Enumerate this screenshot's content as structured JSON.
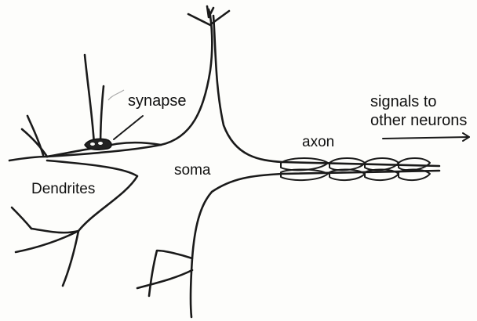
{
  "labels": {
    "synapse": "synapse",
    "signals_line1": "signals to",
    "signals_line2": "other neurons",
    "axon": "axon",
    "soma": "soma",
    "dendrites": "Dendrites"
  },
  "colors": {
    "ink": "#111111",
    "background": "#fdfdfb"
  },
  "icons": {
    "direction": "right-arrow-icon"
  }
}
